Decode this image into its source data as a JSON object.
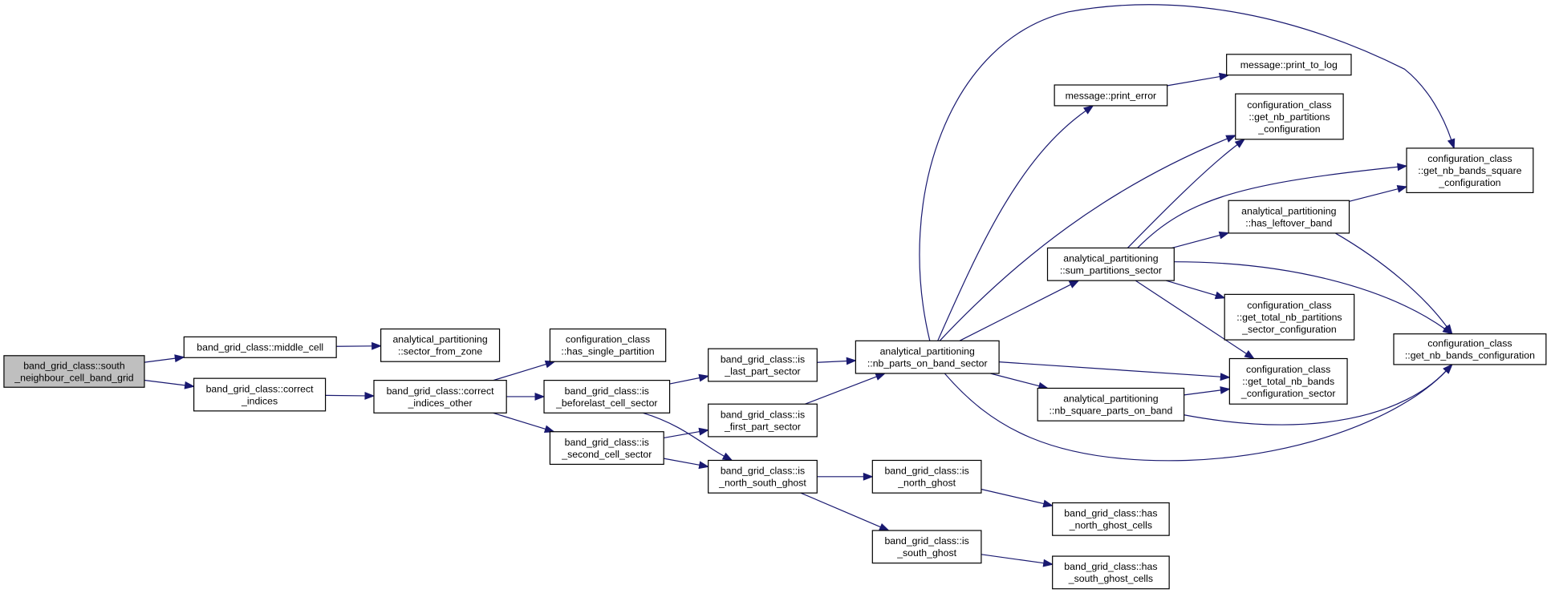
{
  "colors": {
    "edge": "#191970",
    "root_fill": "#bfbfbf",
    "node_fill": "#ffffff",
    "node_border": "#000000"
  },
  "nodes": [
    {
      "id": "south_neighbour",
      "root": true,
      "lines": [
        "band_grid_class::south",
        "_neighbour_cell_band_grid"
      ]
    },
    {
      "id": "middle_cell",
      "lines": [
        "band_grid_class::middle_cell"
      ]
    },
    {
      "id": "correct_indices",
      "lines": [
        "band_grid_class::correct",
        "_indices"
      ]
    },
    {
      "id": "sector_from_zone",
      "lines": [
        "analytical_partitioning",
        "::sector_from_zone"
      ]
    },
    {
      "id": "correct_indices_other",
      "lines": [
        "band_grid_class::correct",
        "_indices_other"
      ]
    },
    {
      "id": "has_single_partition",
      "lines": [
        "configuration_class",
        "::has_single_partition"
      ]
    },
    {
      "id": "is_beforelast",
      "lines": [
        "band_grid_class::is",
        "_beforelast_cell_sector"
      ]
    },
    {
      "id": "is_second",
      "lines": [
        "band_grid_class::is",
        "_second_cell_sector"
      ]
    },
    {
      "id": "is_last_part",
      "lines": [
        "band_grid_class::is",
        "_last_part_sector"
      ]
    },
    {
      "id": "is_first_part",
      "lines": [
        "band_grid_class::is",
        "_first_part_sector"
      ]
    },
    {
      "id": "is_north_south_ghost",
      "lines": [
        "band_grid_class::is",
        "_north_south_ghost"
      ]
    },
    {
      "id": "nb_parts_on_band",
      "lines": [
        "analytical_partitioning",
        "::nb_parts_on_band_sector"
      ]
    },
    {
      "id": "is_north_ghost",
      "lines": [
        "band_grid_class::is",
        "_north_ghost"
      ]
    },
    {
      "id": "is_south_ghost",
      "lines": [
        "band_grid_class::is",
        "_south_ghost"
      ]
    },
    {
      "id": "print_error",
      "lines": [
        "message::print_error"
      ]
    },
    {
      "id": "sum_partitions",
      "lines": [
        "analytical_partitioning",
        "::sum_partitions_sector"
      ]
    },
    {
      "id": "nb_square_parts",
      "lines": [
        "analytical_partitioning",
        "::nb_square_parts_on_band"
      ]
    },
    {
      "id": "has_north_ghost_cells",
      "lines": [
        "band_grid_class::has",
        "_north_ghost_cells"
      ]
    },
    {
      "id": "has_south_ghost_cells",
      "lines": [
        "band_grid_class::has",
        "_south_ghost_cells"
      ]
    },
    {
      "id": "print_to_log",
      "lines": [
        "message::print_to_log"
      ]
    },
    {
      "id": "get_nb_partitions",
      "lines": [
        "configuration_class",
        "::get_nb_partitions",
        "_configuration"
      ]
    },
    {
      "id": "has_leftover_band",
      "lines": [
        "analytical_partitioning",
        "::has_leftover_band"
      ]
    },
    {
      "id": "get_total_nb_partitions",
      "lines": [
        "configuration_class",
        "::get_total_nb_partitions",
        "_sector_configuration"
      ]
    },
    {
      "id": "get_total_nb_bands",
      "lines": [
        "configuration_class",
        "::get_total_nb_bands",
        "_configuration_sector"
      ]
    },
    {
      "id": "get_nb_bands_square",
      "lines": [
        "configuration_class",
        "::get_nb_bands_square",
        "_configuration"
      ]
    },
    {
      "id": "get_nb_bands",
      "lines": [
        "configuration_class",
        "::get_nb_bands_configuration"
      ]
    }
  ],
  "edges": [
    [
      "south_neighbour",
      "middle_cell"
    ],
    [
      "south_neighbour",
      "correct_indices"
    ],
    [
      "middle_cell",
      "sector_from_zone"
    ],
    [
      "correct_indices",
      "correct_indices_other"
    ],
    [
      "correct_indices_other",
      "has_single_partition"
    ],
    [
      "correct_indices_other",
      "is_beforelast"
    ],
    [
      "correct_indices_other",
      "is_second"
    ],
    [
      "is_beforelast",
      "is_last_part"
    ],
    [
      "is_beforelast",
      "is_north_south_ghost"
    ],
    [
      "is_second",
      "is_first_part"
    ],
    [
      "is_second",
      "is_north_south_ghost"
    ],
    [
      "is_last_part",
      "nb_parts_on_band"
    ],
    [
      "is_first_part",
      "nb_parts_on_band"
    ],
    [
      "is_north_south_ghost",
      "is_north_ghost"
    ],
    [
      "is_north_south_ghost",
      "is_south_ghost"
    ],
    [
      "is_north_ghost",
      "has_north_ghost_cells"
    ],
    [
      "is_south_ghost",
      "has_south_ghost_cells"
    ],
    [
      "nb_parts_on_band",
      "print_error"
    ],
    [
      "nb_parts_on_band",
      "get_nb_partitions"
    ],
    [
      "nb_parts_on_band",
      "get_nb_bands_square"
    ],
    [
      "nb_parts_on_band",
      "sum_partitions"
    ],
    [
      "nb_parts_on_band",
      "nb_square_parts"
    ],
    [
      "nb_parts_on_band",
      "get_total_nb_bands"
    ],
    [
      "nb_parts_on_band",
      "get_nb_bands"
    ],
    [
      "print_error",
      "print_to_log"
    ],
    [
      "sum_partitions",
      "get_nb_partitions"
    ],
    [
      "sum_partitions",
      "get_nb_bands_square"
    ],
    [
      "sum_partitions",
      "has_leftover_band"
    ],
    [
      "sum_partitions",
      "get_total_nb_partitions"
    ],
    [
      "sum_partitions",
      "get_total_nb_bands"
    ],
    [
      "sum_partitions",
      "get_nb_bands"
    ],
    [
      "has_leftover_band",
      "get_nb_bands_square"
    ],
    [
      "has_leftover_band",
      "get_nb_bands"
    ],
    [
      "nb_square_parts",
      "get_total_nb_bands"
    ],
    [
      "nb_square_parts",
      "get_nb_bands"
    ]
  ]
}
